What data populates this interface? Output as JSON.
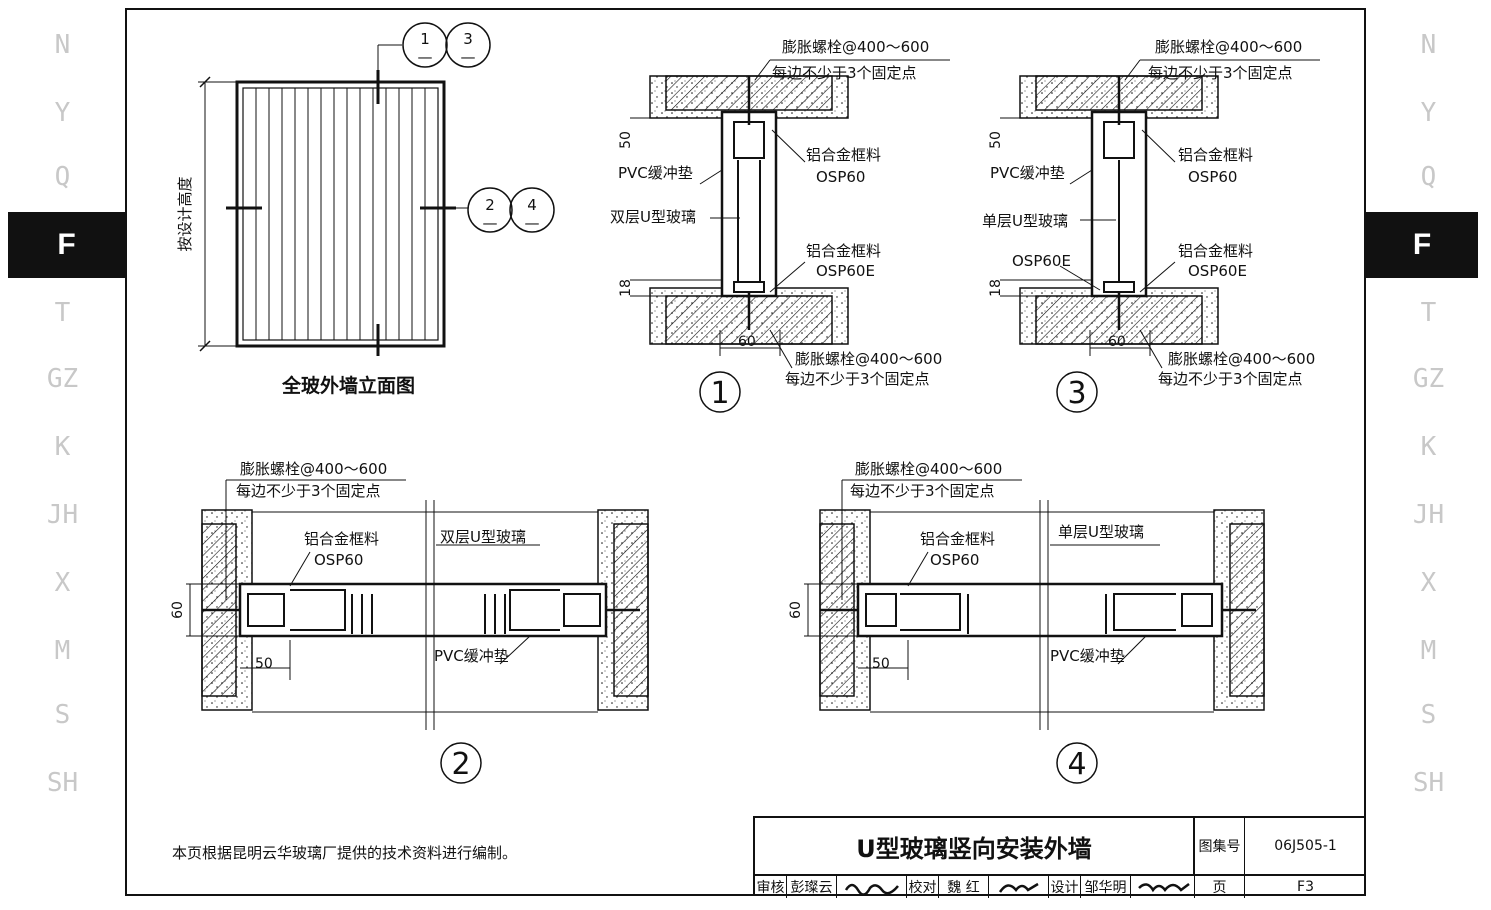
{
  "side_index": {
    "letters": [
      "N",
      "Y",
      "Q",
      "T",
      "GZ",
      "K",
      "JH",
      "X",
      "M",
      "S",
      "SH"
    ],
    "active_tab": "F"
  },
  "elevation": {
    "title": "全玻外墙立面图",
    "height_label": "按设计高度",
    "callouts": [
      {
        "top": "1",
        "bottom": "—"
      },
      {
        "top": "3",
        "bottom": "—"
      },
      {
        "top": "2",
        "bottom": "—"
      },
      {
        "top": "4",
        "bottom": "—"
      }
    ]
  },
  "detail1": {
    "number": "1",
    "bolt_top_1": "膨胀螺栓@400～600",
    "bolt_top_2": "每边不少于3个固定点",
    "frame_top_1": "铝合金框料",
    "frame_top_2": "OSP60",
    "pvc": "PVC缓冲垫",
    "glass": "双层U型玻璃",
    "frame_bot_1": "铝合金框料",
    "frame_bot_2": "OSP60E",
    "bolt_bot_1": "膨胀螺栓@400～600",
    "bolt_bot_2": "每边不少于3个固定点",
    "dim_50": "50",
    "dim_18": "18",
    "dim_60": "60"
  },
  "detail3": {
    "number": "3",
    "bolt_top_1": "膨胀螺栓@400～600",
    "bolt_top_2": "每边不少于3个固定点",
    "frame_top_1": "铝合金框料",
    "frame_top_2": "OSP60",
    "pvc": "PVC缓冲垫",
    "glass": "单层U型玻璃",
    "osp60e_left": "OSP60E",
    "frame_bot_1": "铝合金框料",
    "frame_bot_2": "OSP60E",
    "bolt_bot_1": "膨胀螺栓@400～600",
    "bolt_bot_2": "每边不少于3个固定点",
    "dim_50": "50",
    "dim_18": "18",
    "dim_60": "60"
  },
  "detail2": {
    "number": "2",
    "bolt_1": "膨胀螺栓@400～600",
    "bolt_2": "每边不少于3个固定点",
    "frame_1": "铝合金框料",
    "frame_2": "OSP60",
    "glass": "双层U型玻璃",
    "pvc": "PVC缓冲垫",
    "dim_60": "60",
    "dim_50": "50"
  },
  "detail4": {
    "number": "4",
    "bolt_1": "膨胀螺栓@400～600",
    "bolt_2": "每边不少于3个固定点",
    "frame_1": "铝合金框料",
    "frame_2": "OSP60",
    "glass": "单层U型玻璃",
    "pvc": "PVC缓冲垫",
    "dim_60": "60",
    "dim_50": "50"
  },
  "note": "本页根据昆明云华玻璃厂提供的技术资料进行编制。",
  "title_block": {
    "title": "U型玻璃竖向安装外墙",
    "atlas_label": "图集号",
    "atlas_no": "06J505-1",
    "review_label": "审核",
    "reviewer": "彭璨云",
    "check_label": "校对",
    "checker": "魏 红",
    "design_label": "设计",
    "designer": "邹华明",
    "page_label": "页",
    "page_no": "F3"
  }
}
